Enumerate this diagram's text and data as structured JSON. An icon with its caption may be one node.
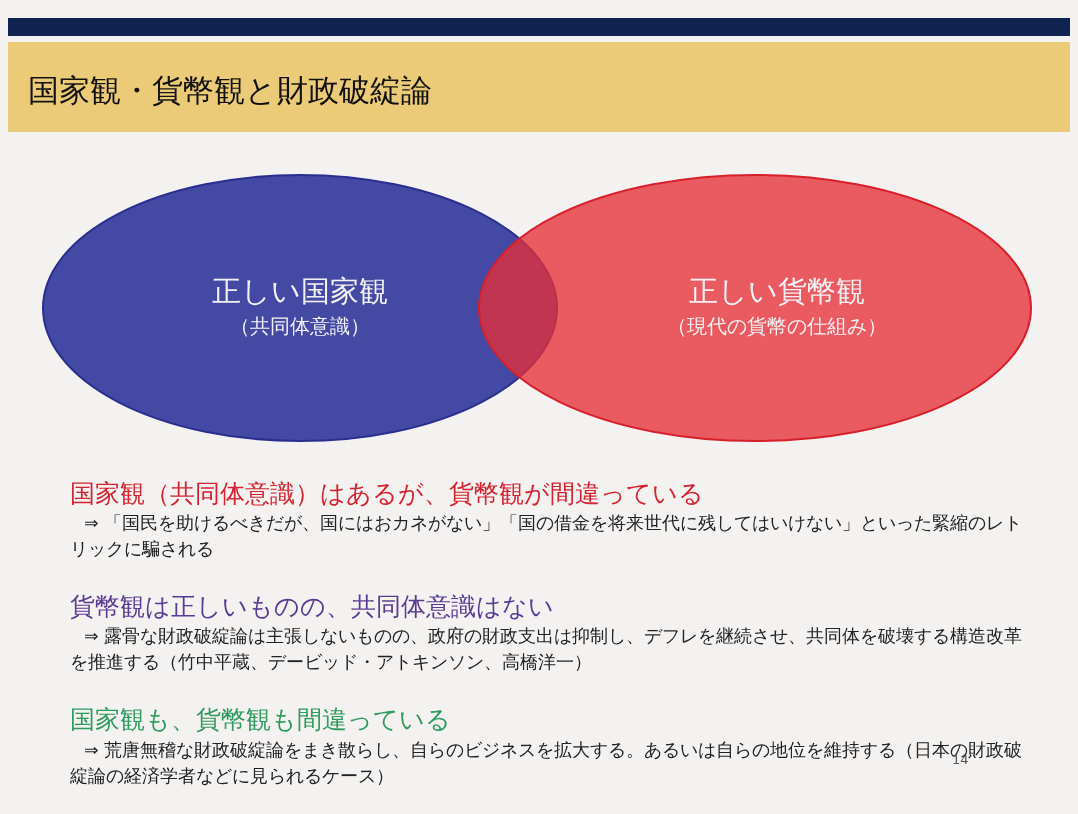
{
  "diagram": {
    "title": "国家観・貨幣観と財政破綻論",
    "nodes": [
      {
        "text": [
          "正しい国家観",
          "（共同体意識）"
        ]
      },
      {
        "text": [
          "正しい貨幣観",
          "（現代の貨幣の仕組み）"
        ]
      }
    ],
    "edges": [],
    "labels": [
      "国家観（共同体意識）はあるが、貨幣観が間違っている",
      "⇒ 「国民を助けるべきだが、国にはおカネがない」「国の借金を将来世代に残してはいけない」といった緊縮のレトリックに騙される",
      "貨幣観は正しいものの、共同体意識はない",
      "⇒ 露骨な財政破綻論は主張しないものの、政府の財政支出は抑制し、デフレを継続させ、共同体を破壊する構造改革を推進する（竹中平蔵、デービッド・アトキンソン、高橋洋一）",
      "国家観も、貨幣観も間違っている",
      "⇒ 荒唐無稽な財政破綻論をまき散らし、自らのビジネスを拡大する。あるいは自らの地位を維持する（日本の財政破綻論の経済学者などに見られるケース）",
      "14"
    ]
  }
}
